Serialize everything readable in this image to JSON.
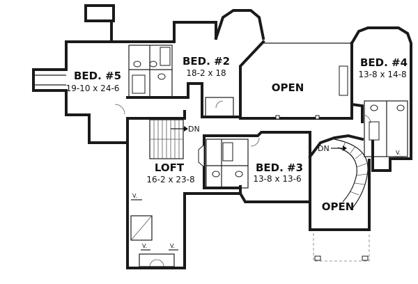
{
  "rooms": {
    "bed5": {
      "name": "BED. #5",
      "dims": "19-10 x 24-6"
    },
    "bed2": {
      "name": "BED. #2",
      "dims": "18-2 x 18"
    },
    "bed4": {
      "name": "BED. #4",
      "dims": "13-8 x 14-8"
    },
    "bed3": {
      "name": "BED. #3",
      "dims": "13-8 x 13-6"
    },
    "loft": {
      "name": "LOFT",
      "dims": "16-2 x 23-8"
    },
    "open_main": {
      "name": "OPEN"
    },
    "open_stair": {
      "name": "OPEN"
    }
  },
  "annotations": {
    "dn_main": "DN",
    "dn_curved": "DN",
    "vent": "V."
  }
}
